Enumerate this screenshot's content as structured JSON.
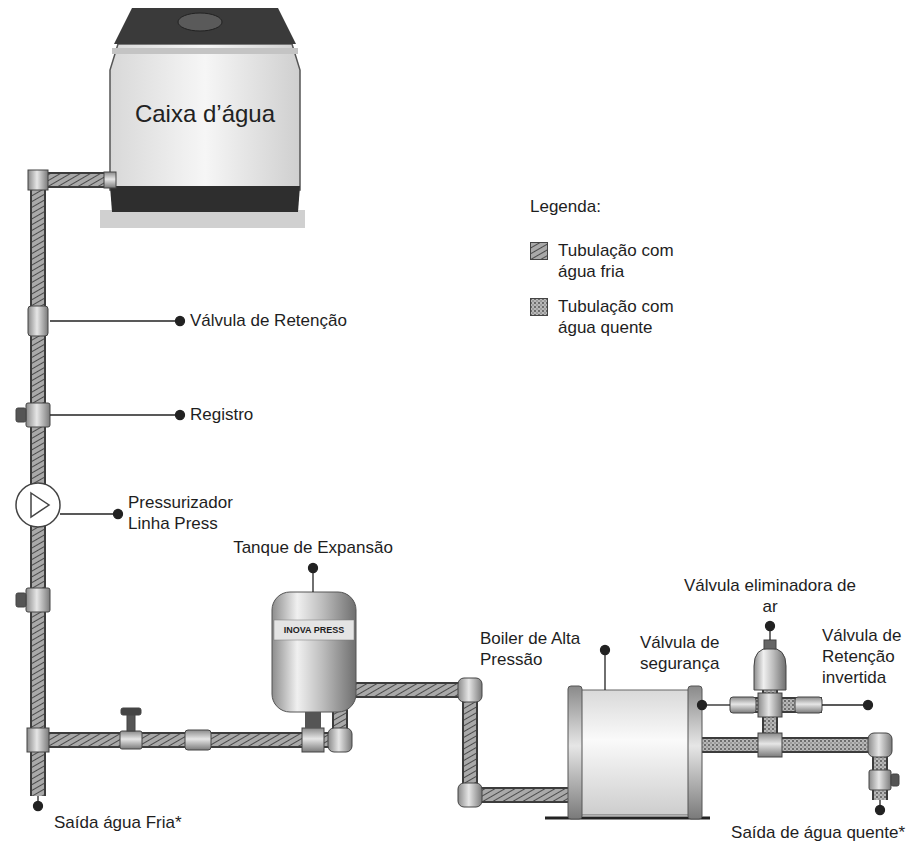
{
  "diagram": {
    "nodes": [
      {
        "text": [
          "Caixa d’água"
        ]
      }
    ],
    "labels": [
      "Válvula de Retenção",
      "Registro",
      "Pressurizador Linha Press",
      "Tanque de Expansão",
      "Válvula eliminadora de ar",
      "Válvula de segurança",
      "Válvula de Retenção invertida",
      "Boiler de Alta Pressão",
      "Saída água Fria*",
      "Saída de água quente*",
      "Legenda:",
      "INOVA PRESS"
    ],
    "legend": [
      {
        "text": "Tubulação com água fria"
      },
      {
        "text": "Tubulação com água quente"
      }
    ]
  }
}
